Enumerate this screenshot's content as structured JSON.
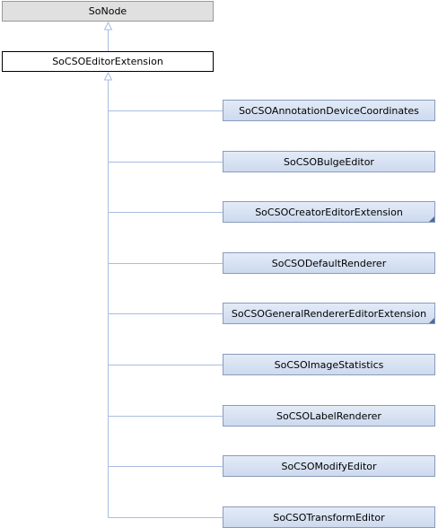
{
  "diagram": {
    "root": {
      "label": "SoNode"
    },
    "base": {
      "label": "SoCSOEditorExtension"
    },
    "children": [
      {
        "label": "SoCSOAnnotationDeviceCoordinates",
        "has_more": false
      },
      {
        "label": "SoCSOBulgeEditor",
        "has_more": false
      },
      {
        "label": "SoCSOCreatorEditorExtension",
        "has_more": true
      },
      {
        "label": "SoCSODefaultRenderer",
        "has_more": false
      },
      {
        "label": "SoCSOGeneralRendererEditorExtension",
        "has_more": true
      },
      {
        "label": "SoCSOImageStatistics",
        "has_more": false
      },
      {
        "label": "SoCSOLabelRenderer",
        "has_more": false
      },
      {
        "label": "SoCSOModifyEditor",
        "has_more": false
      },
      {
        "label": "SoCSOTransformEditor",
        "has_more": false
      }
    ],
    "colors": {
      "edge": "#a9bde0",
      "root_fill": "#e0e0e0",
      "child_fill": "#d6e0f1",
      "corner_mark": "#4c6b9e"
    }
  }
}
